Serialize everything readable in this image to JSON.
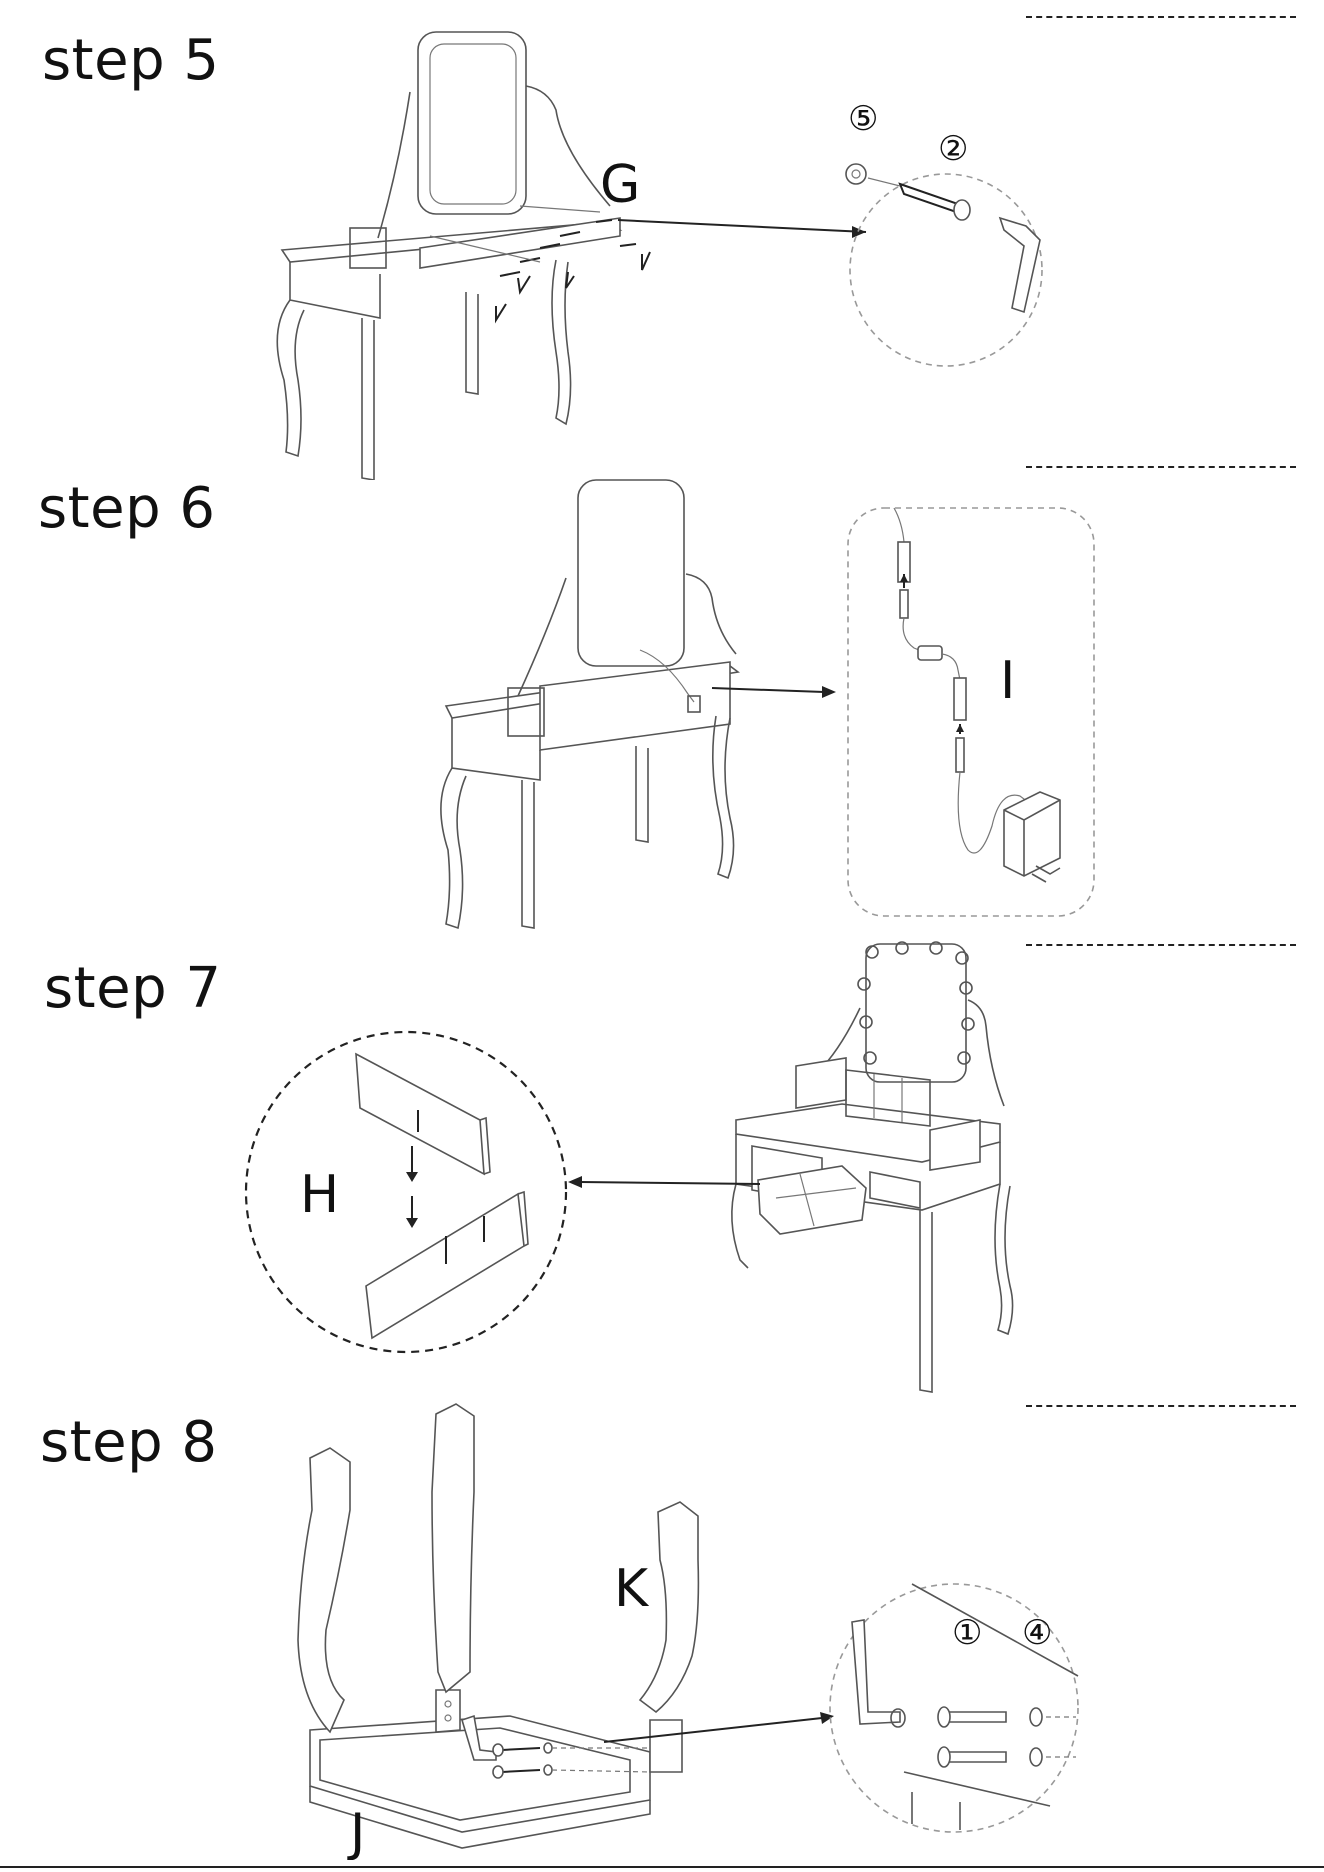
{
  "steps": [
    {
      "title": "step 5",
      "part_label": "G",
      "hardware": [
        "⑤",
        "②"
      ]
    },
    {
      "title": "step 6",
      "part_label": "I"
    },
    {
      "title": "step 7",
      "part_label": "H"
    },
    {
      "title": "step 8",
      "part_labels": [
        "K",
        "J"
      ],
      "hardware": [
        "①",
        "④"
      ]
    }
  ]
}
